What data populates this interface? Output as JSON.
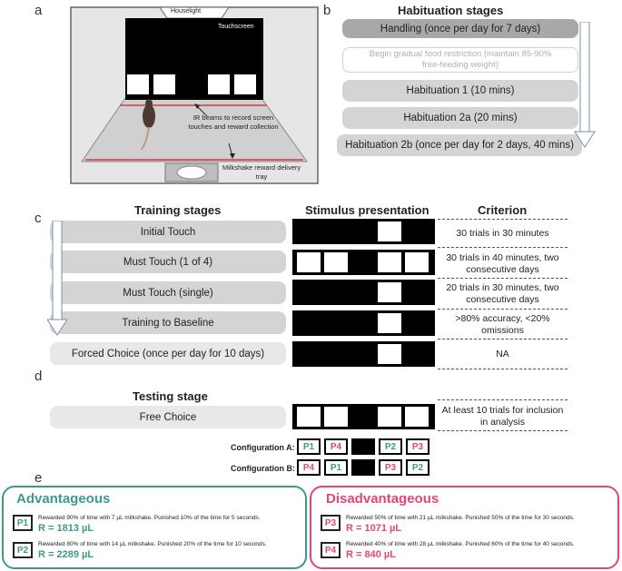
{
  "panels": {
    "a": "a",
    "b": "b",
    "c": "c",
    "d": "d",
    "e": "e"
  },
  "chamber": {
    "houselight": "Houselight",
    "touchscreen": "Touchscreen",
    "ir_note": "IR beams to record screen touches and reward collection",
    "tray_label": "Milkshake reward delivery tray"
  },
  "habituation": {
    "title": "Habituation stages",
    "steps": [
      "Handling (once per day for 7 days)",
      "Begin gradual food restriction (maintain 85-90% free-feeding weight)",
      "Habituation 1 (10 mins)",
      "Habituation 2a (20 mins)",
      "Habituation 2b (once per day for 2 days, 40 mins)"
    ]
  },
  "training": {
    "title": "Training stages",
    "stim_title": "Stimulus presentation",
    "crit_title": "Criterion",
    "rows": [
      {
        "stage": "Initial Touch",
        "criterion": "30 trials in 30 minutes"
      },
      {
        "stage": "Must Touch (1 of 4)",
        "criterion": "30 trials in 40 minutes, two consecutive days"
      },
      {
        "stage": "Must Touch (single)",
        "criterion": "20 trials in 30 minutes, two consecutive days"
      },
      {
        "stage": "Training to Baseline",
        "criterion": ">80% accuracy, <20% omissions"
      },
      {
        "stage": "Forced Choice (once per day for 10 days)",
        "criterion": "NA"
      }
    ]
  },
  "testing": {
    "title": "Testing stage",
    "stage": "Free Choice",
    "criterion": "At least 10 trials for inclusion in analysis",
    "config_a_label": "Configuration A:",
    "config_b_label": "Configuration B:",
    "config_a": [
      "P1",
      "P4",
      "",
      "P2",
      "P3"
    ],
    "config_b": [
      "P4",
      "P1",
      "",
      "P3",
      "P2"
    ]
  },
  "rewards": {
    "advantageous": {
      "title": "Advantageous",
      "items": [
        {
          "tag": "P1",
          "desc": "Rewarded 90% of time with 7 µL milkshake. Punished 10% of the time for 5 seconds.",
          "r": "R = 1813 µL"
        },
        {
          "tag": "P2",
          "desc": "Rewarded 80% of time with 14 µL milkshake. Punished 20% of the time for 10 seconds.",
          "r": "R = 2289 µL"
        }
      ]
    },
    "disadvantageous": {
      "title": "Disadvantageous",
      "items": [
        {
          "tag": "P3",
          "desc": "Rewarded 50% of time with 21 µL milkshake. Punished 50% of the time for 30 seconds.",
          "r": "R = 1071 µL"
        },
        {
          "tag": "P4",
          "desc": "Rewarded 40% of time with 28 µL milkshake. Punished 60% of the time for 40 seconds.",
          "r": "R = 840 µL"
        }
      ]
    }
  },
  "colors": {
    "teal": "#3d9a8b",
    "pink": "#e0467c"
  }
}
